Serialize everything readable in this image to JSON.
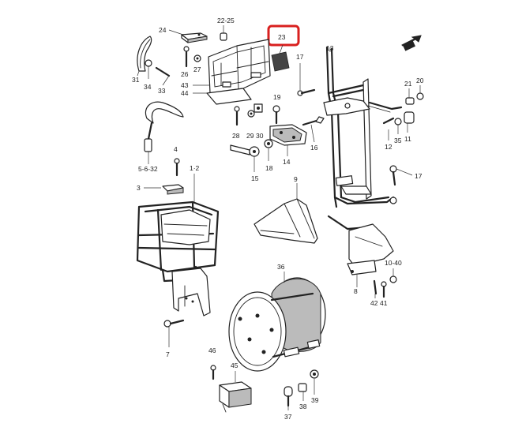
{
  "callouts": {
    "c1": "24",
    "c2": "22-25",
    "c3": "23",
    "c4": "31",
    "c5": "26",
    "c6": "27",
    "c7": "34",
    "c8": "33",
    "c9": "43",
    "c10": "44",
    "c11": "13",
    "c12": "17",
    "c13": "19",
    "c14": "21",
    "c15": "20",
    "c16": "28",
    "c17": "29",
    "c18": "30",
    "c19": "12",
    "c20": "35",
    "c21": "11",
    "c22": "4",
    "c23": "16",
    "c24": "14",
    "c25": "18",
    "c26": "5-6-32",
    "c27": "15",
    "c28": "17",
    "c29": "1·2",
    "c30": "9",
    "c31": "3",
    "c32": "10-40",
    "c33": "8",
    "c34": "42",
    "c35": "41",
    "c36": "36",
    "c37": "7",
    "c38": "46",
    "c39": "45",
    "c40": "38",
    "c41": "39",
    "c42": "37"
  },
  "colors": {
    "highlight": "#d9201f",
    "line": "#222222"
  },
  "icons": {
    "front_arrow": "fwd-arrow-icon"
  }
}
